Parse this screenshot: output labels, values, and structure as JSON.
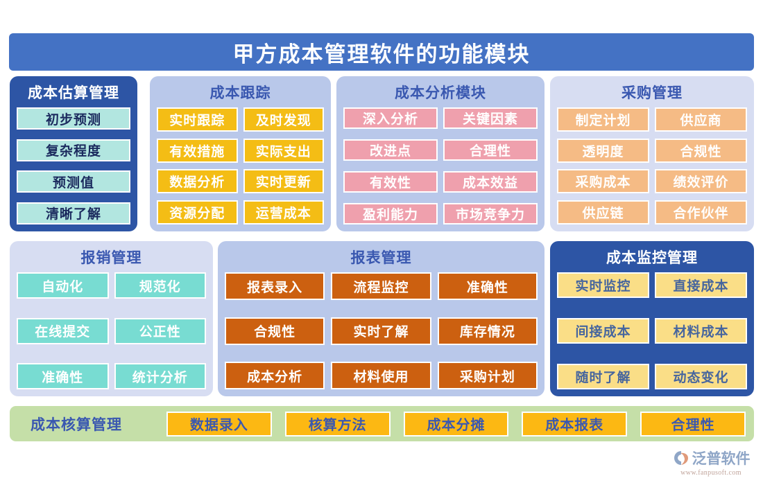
{
  "header": {
    "title": "甲方成本管理软件的功能模块",
    "banner_color": "#4472c4"
  },
  "panels": [
    {
      "id": "p-estimate",
      "title": "成本估算管理",
      "theme": "dark-blue",
      "chip_theme": "mint",
      "items": [
        "初步预测",
        "复杂程度",
        "预测值",
        "清晰了解"
      ]
    },
    {
      "id": "p-track",
      "title": "成本跟踪",
      "theme": "light-blue",
      "chip_theme": "gold",
      "items": [
        "实时跟踪",
        "及时发现",
        "有效措施",
        "实际支出",
        "数据分析",
        "实时更新",
        "资源分配",
        "运营成本"
      ]
    },
    {
      "id": "p-analysis",
      "title": "成本分析模块",
      "theme": "light-blue",
      "chip_theme": "pink",
      "items": [
        "深入分析",
        "关键因素",
        "改进点",
        "合理性",
        "有效性",
        "成本效益",
        "盈利能力",
        "市场竞争力"
      ]
    },
    {
      "id": "p-purchase",
      "title": "采购管理",
      "theme": "pale-blue",
      "chip_theme": "orange",
      "items": [
        "制定计划",
        "供应商",
        "透明度",
        "合规性",
        "采购成本",
        "绩效评价",
        "供应链",
        "合作伙伴"
      ]
    },
    {
      "id": "p-reimburse",
      "title": "报销管理",
      "theme": "pale-blue",
      "chip_theme": "teal",
      "items": [
        "自动化",
        "规范化",
        "在线提交",
        "公正性",
        "准确性",
        "统计分析"
      ]
    },
    {
      "id": "p-report",
      "title": "报表管理",
      "theme": "light-blue",
      "chip_theme": "brown",
      "items": [
        "报表录入",
        "流程监控",
        "准确性",
        "合规性",
        "实时了解",
        "库存情况",
        "成本分析",
        "材料使用",
        "采购计划"
      ]
    },
    {
      "id": "p-monitor",
      "title": "成本监控管理",
      "theme": "dark-blue",
      "chip_theme": "cream",
      "items": [
        "实时监控",
        "直接成本",
        "间接成本",
        "材料成本",
        "随时了解",
        "动态变化"
      ]
    }
  ],
  "bottom_bar": {
    "label": "成本核算管理",
    "chip_theme": "amber",
    "items": [
      "数据录入",
      "核算方法",
      "成本分摊",
      "成本报表",
      "合理性"
    ]
  },
  "logo": {
    "icon": "fanpu-swoosh-icon",
    "text": "泛普软件",
    "url": "www.fanpusoft.com"
  }
}
